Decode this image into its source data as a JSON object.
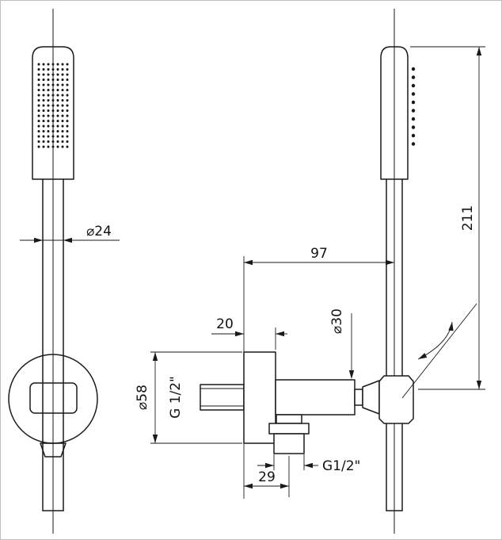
{
  "drawing": {
    "labels": {
      "dia24": "⌀24",
      "dim97": "97",
      "dim20": "20",
      "dia30": "⌀30",
      "dia58": "⌀58",
      "thread_wall": "G 1/2\"",
      "thread_outlet": "G1/2\"",
      "dim29": "29",
      "dim211": "211"
    }
  }
}
